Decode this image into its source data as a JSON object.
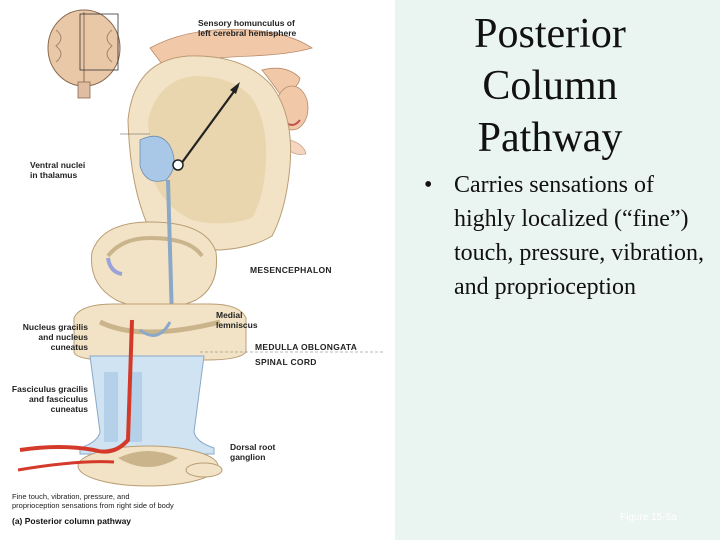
{
  "slide": {
    "title_lines": [
      "Posterior",
      "Column",
      "Pathway"
    ],
    "bullets": [
      "Carries sensations of highly localized (“fine”) touch, pressure, vibration, and proprioception"
    ],
    "figure_id": "Figure 15-5a"
  },
  "figure": {
    "labels": {
      "sensory_homunculus": [
        "Sensory homunculus of",
        "left cerebral hemisphere"
      ],
      "ventral_nuclei": [
        "Ventral nuclei",
        "in thalamus"
      ],
      "mesencephalon": "MESENCEPHALON",
      "medial_lemniscus": [
        "Medial",
        "lemniscus"
      ],
      "nucleus_gracilis": [
        "Nucleus gracilis",
        "and nucleus",
        "cuneatus"
      ],
      "medulla": "MEDULLA OBLONGATA",
      "spinal_cord": "SPINAL CORD",
      "fasciculus": [
        "Fasciculus gracilis",
        "and fasciculus",
        "cuneatus"
      ],
      "dorsal_root": [
        "Dorsal root",
        "ganglion"
      ],
      "caption_small": [
        "Fine touch, vibration, pressure, and",
        "proprioception sensations from right side of body"
      ],
      "caption_main": "(a) Posterior column pathway"
    },
    "colors": {
      "tissue": "#f3e3c6",
      "gray_matter": "#c9b48c",
      "thalamus": "#a9c7e6",
      "pathway": "#d7e3ef",
      "nerve": "#d43a2a"
    }
  }
}
